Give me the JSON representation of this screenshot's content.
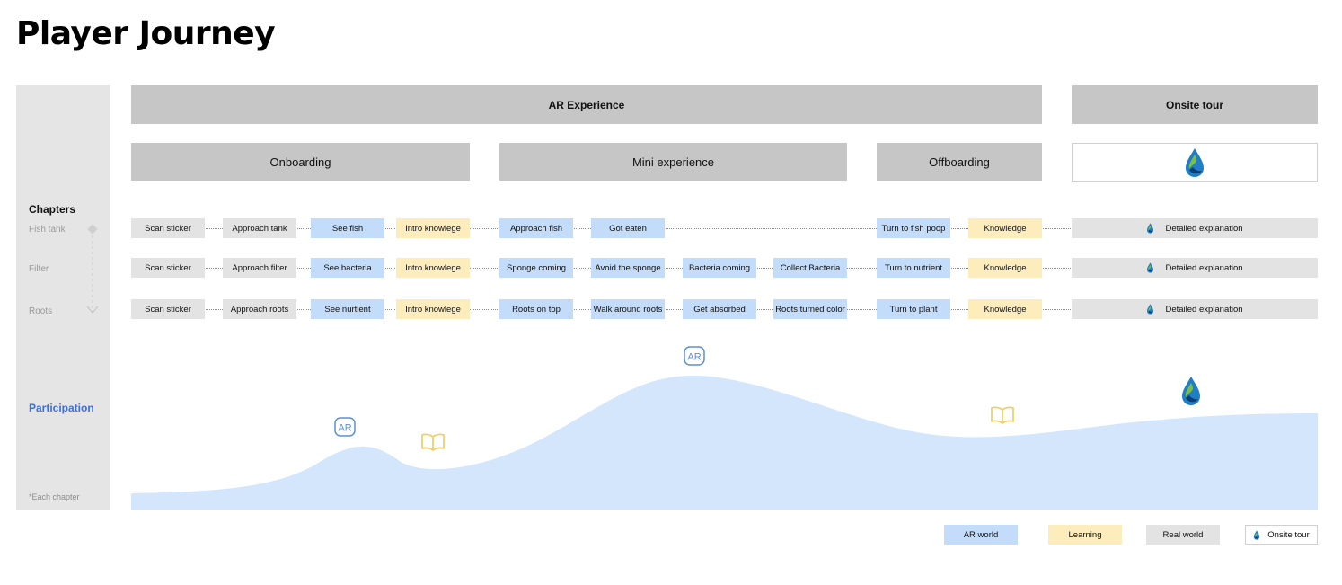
{
  "title": "Player Journey",
  "sidebar": {
    "chapters_label": "Chapters",
    "rows": [
      "Fish tank",
      "Filter",
      "Roots"
    ],
    "participation_label": "Participation",
    "footnote": "*Each chapter"
  },
  "headers": {
    "ar_experience": "AR Experience",
    "onsite_tour": "Onsite tour",
    "onboarding": "Onboarding",
    "mini_experience": "Mini experience",
    "offboarding": "Offboarding"
  },
  "rows": [
    {
      "name": "Fish tank",
      "steps": [
        {
          "label": "Scan sticker",
          "kind": "real"
        },
        {
          "label": "Approach tank",
          "kind": "real"
        },
        {
          "label": "See fish",
          "kind": "ar"
        },
        {
          "label": "Intro knowlege",
          "kind": "learn"
        },
        {
          "label": "Approach fish",
          "kind": "ar"
        },
        {
          "label": "Got eaten",
          "kind": "ar"
        },
        {
          "label": "Turn to fish poop",
          "kind": "ar"
        },
        {
          "label": "Knowledge",
          "kind": "learn"
        },
        {
          "label": "Detailed explanation",
          "kind": "onsite"
        }
      ]
    },
    {
      "name": "Filter",
      "steps": [
        {
          "label": "Scan sticker",
          "kind": "real"
        },
        {
          "label": "Approach filter",
          "kind": "real"
        },
        {
          "label": "See bacteria",
          "kind": "ar"
        },
        {
          "label": "Intro knowlege",
          "kind": "learn"
        },
        {
          "label": "Sponge coming",
          "kind": "ar"
        },
        {
          "label": "Avoid the sponge",
          "kind": "ar"
        },
        {
          "label": "Bacteria coming",
          "kind": "ar"
        },
        {
          "label": "Collect Bacteria",
          "kind": "ar"
        },
        {
          "label": "Turn to nutrient",
          "kind": "ar"
        },
        {
          "label": "Knowledge",
          "kind": "learn"
        },
        {
          "label": "Detailed explanation",
          "kind": "onsite"
        }
      ]
    },
    {
      "name": "Roots",
      "steps": [
        {
          "label": "Scan sticker",
          "kind": "real"
        },
        {
          "label": "Approach roots",
          "kind": "real"
        },
        {
          "label": "See nurtient",
          "kind": "ar"
        },
        {
          "label": "Intro knowlege",
          "kind": "learn"
        },
        {
          "label": "Roots on top",
          "kind": "ar"
        },
        {
          "label": "Walk around roots",
          "kind": "ar"
        },
        {
          "label": "Get absorbed",
          "kind": "ar"
        },
        {
          "label": "Roots turned color",
          "kind": "ar"
        },
        {
          "label": "Turn to plant",
          "kind": "ar"
        },
        {
          "label": "Knowledge",
          "kind": "learn"
        },
        {
          "label": "Detailed explanation",
          "kind": "onsite"
        }
      ]
    }
  ],
  "curve_icons": {
    "ar_badge_text": "AR",
    "icons": [
      "ar-badge",
      "book-icon",
      "ar-badge",
      "book-icon",
      "water-drop-logo"
    ]
  },
  "legend": {
    "ar_world": "AR world",
    "learning": "Learning",
    "real_world": "Real world",
    "onsite_tour": "Onsite tour"
  },
  "colors": {
    "ar_world": "#c2dcfa",
    "learning": "#fdecbc",
    "real_world": "#e3e3e3",
    "header": "#c6c6c6",
    "participation_fill": "#d3e6fc",
    "participation_label": "#3f6fd6",
    "icon_blue": "#5b8fd9",
    "icon_yellow": "#f2cf6a"
  }
}
